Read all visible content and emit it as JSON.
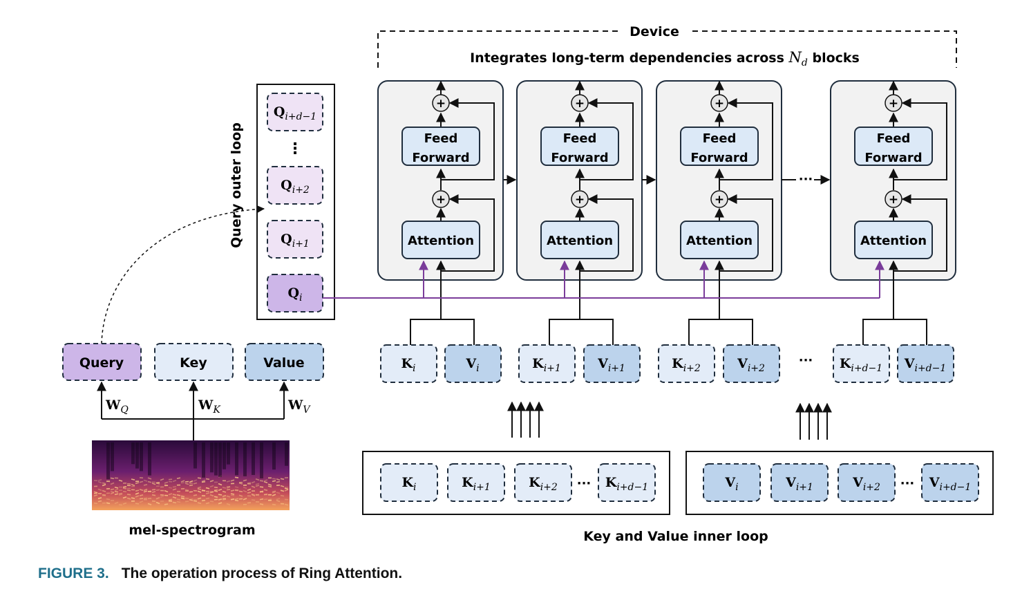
{
  "device": {
    "label": "Device",
    "subtitle_prefix": "Integrates long-term dependencies across ",
    "subtitle_var": "N",
    "subtitle_sub": "d",
    "subtitle_suffix": " blocks"
  },
  "blocks": [
    {
      "ff_line1": "Feed",
      "ff_line2": "Forward",
      "attn": "Attention",
      "add": "+"
    },
    {
      "ff_line1": "Feed",
      "ff_line2": "Forward",
      "attn": "Attention",
      "add": "+"
    },
    {
      "ff_line1": "Feed",
      "ff_line2": "Forward",
      "attn": "Attention",
      "add": "+"
    },
    {
      "ff_line1": "Feed",
      "ff_line2": "Forward",
      "attn": "Attention",
      "add": "+"
    }
  ],
  "block_ellipsis": "···",
  "query_loop": {
    "label": "Query outer loop",
    "items": [
      {
        "main": "Q",
        "sub": "i+d−1"
      },
      {
        "main": "⋮",
        "sub": ""
      },
      {
        "main": "Q",
        "sub": "i+2"
      },
      {
        "main": "Q",
        "sub": "i+1"
      },
      {
        "main": "Q",
        "sub": "i"
      }
    ]
  },
  "projections": {
    "boxes": [
      {
        "label": "Query"
      },
      {
        "label": "Key"
      },
      {
        "label": "Value"
      }
    ],
    "weights": [
      {
        "main": "W",
        "sub": "Q"
      },
      {
        "main": "W",
        "sub": "K"
      },
      {
        "main": "W",
        "sub": "V"
      }
    ]
  },
  "spectrogram": {
    "label": "mel-spectrogram"
  },
  "kv_pairs": [
    {
      "k_main": "K",
      "k_sub": "i",
      "v_main": "V",
      "v_sub": "i"
    },
    {
      "k_main": "K",
      "k_sub": "i+1",
      "v_main": "V",
      "v_sub": "i+1"
    },
    {
      "k_main": "K",
      "k_sub": "i+2",
      "v_main": "V",
      "v_sub": "i+2"
    },
    {
      "k_main": "K",
      "k_sub": "i+d−1",
      "v_main": "V",
      "v_sub": "i+d−1"
    }
  ],
  "kv_ellipsis": "···",
  "inner_loop": {
    "label": "Key and Value inner loop",
    "keys": [
      {
        "main": "K",
        "sub": "i"
      },
      {
        "main": "K",
        "sub": "i+1"
      },
      {
        "main": "K",
        "sub": "i+2"
      },
      {
        "main": "K",
        "sub": "i+d−1"
      }
    ],
    "values": [
      {
        "main": "V",
        "sub": "i"
      },
      {
        "main": "V",
        "sub": "i+1"
      },
      {
        "main": "V",
        "sub": "i+2"
      },
      {
        "main": "V",
        "sub": "i+d−1"
      }
    ],
    "ellipsis": "···"
  },
  "caption": {
    "number": "FIGURE 3.",
    "text": "The operation process of Ring Attention."
  },
  "colors": {
    "block_bg": "#f2f2f2",
    "block_border": "#1f2d3d",
    "inner_box_bg": "#dce9f7",
    "query_purple": "#7a3c9a",
    "query_box_bg": "#cdb6e8",
    "q_light_bg": "#efe3f5",
    "key_box_bg": "#e3ecf8",
    "value_box_bg": "#bcd3ec"
  }
}
